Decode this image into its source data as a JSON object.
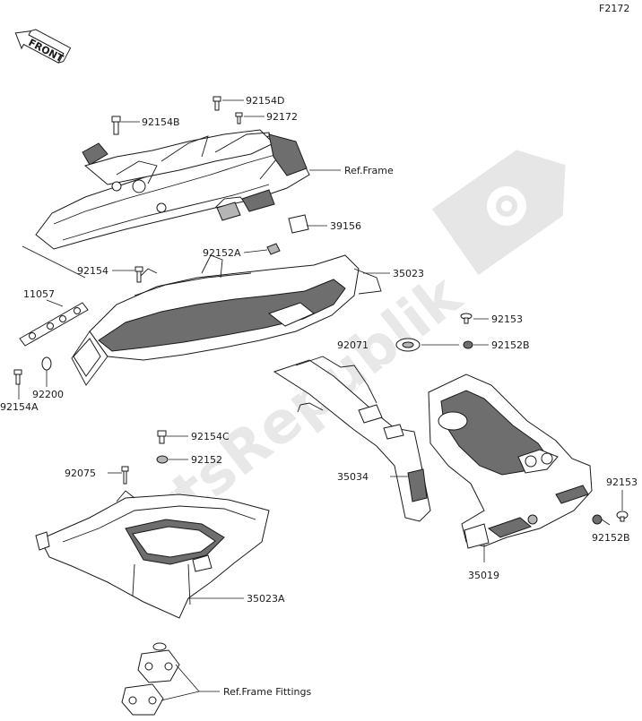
{
  "figure_code": "F2172",
  "front_arrow": {
    "label": "FRONT"
  },
  "watermark": {
    "text": "PartsRepublik"
  },
  "labels": {
    "p92154D": "92154D",
    "p92172": "92172",
    "p92154B": "92154B",
    "ref_frame": "Ref.Frame",
    "p39156": "39156",
    "p92152A": "92152A",
    "p35023": "35023",
    "p92154": "92154",
    "p11057": "11057",
    "p92153_top": "92153",
    "p92071": "92071",
    "p92152B_top": "92152B",
    "p92200": "92200",
    "p92154A": "92154A",
    "p92154C": "92154C",
    "p92152": "92152",
    "p92075": "92075",
    "p35034": "35034",
    "p92153_right": "92153",
    "p92152B_right": "92152B",
    "p35019": "35019",
    "p35023A": "35023A",
    "ref_frame_fittings": "Ref.Frame Fittings"
  },
  "colors": {
    "ink": "#1a1a1a",
    "part_fill": "#ffffff",
    "shade": "#6e6e6e",
    "watermark": "#e6e6e6"
  }
}
